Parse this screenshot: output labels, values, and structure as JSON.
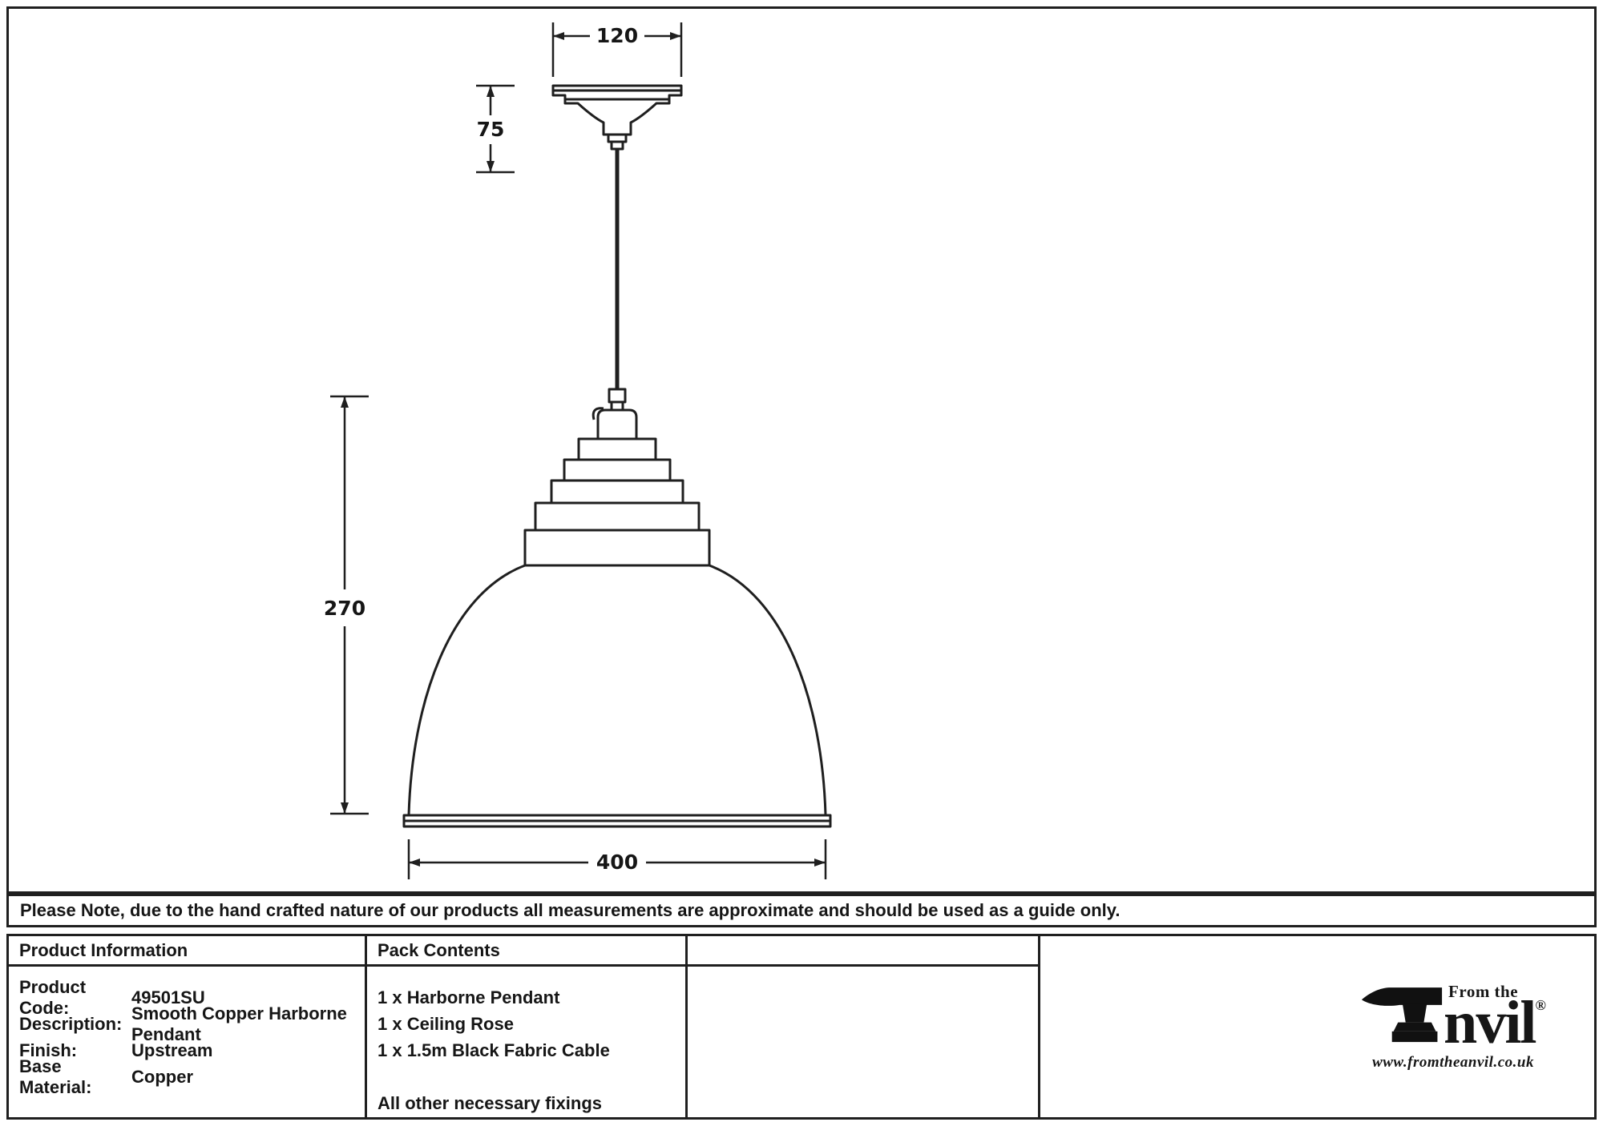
{
  "drawing": {
    "dimensions": {
      "rose_width": "120",
      "rose_height": "75",
      "shade_height": "270",
      "shade_width": "400"
    }
  },
  "note": "Please Note, due to the hand crafted nature of our products all measurements are approximate and should be used as a guide only.",
  "table": {
    "product_info": {
      "header": "Product Information",
      "rows": [
        {
          "label": "Product Code:",
          "value": "49501SU"
        },
        {
          "label": "Description:",
          "value": "Smooth Copper Harborne Pendant"
        },
        {
          "label": "Finish:",
          "value": "Upstream"
        },
        {
          "label": "Base Material:",
          "value": "Copper"
        }
      ]
    },
    "pack_contents": {
      "header": "Pack Contents",
      "items": [
        "1 x Harborne Pendant",
        "1 x Ceiling Rose",
        "1 x 1.5m Black Fabric Cable"
      ],
      "footer": "All other necessary fixings"
    }
  },
  "logo": {
    "tagline": "From the",
    "brand_suffix": "nvil",
    "registered": "®",
    "website": "www.fromtheanvil.co.uk"
  },
  "colors": {
    "line": "#1f1f1f",
    "text": "#161616",
    "background": "#ffffff"
  }
}
